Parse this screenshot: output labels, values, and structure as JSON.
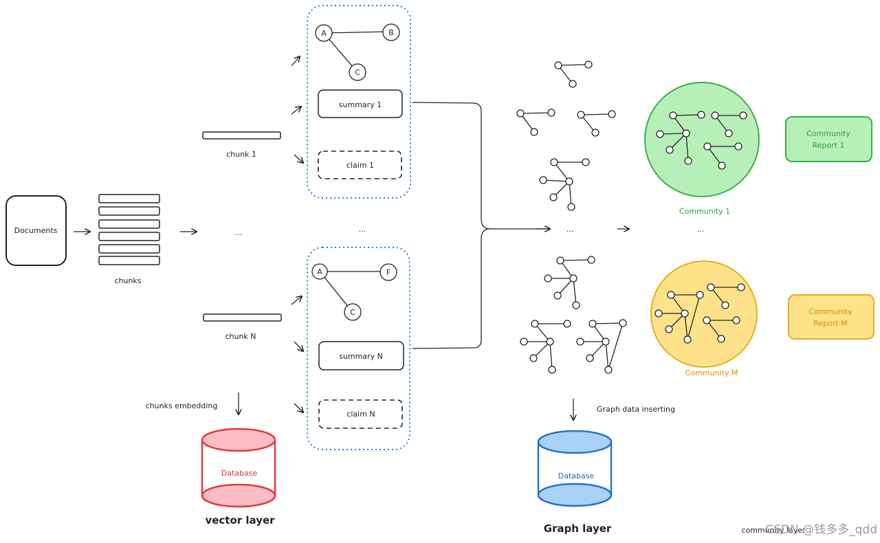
{
  "labels": {
    "documents": "Documents",
    "chunks": "chunks",
    "chunk_1": "chunk 1",
    "chunk_n": "chunk N",
    "ellipsis": "...",
    "summary_1": "summary 1",
    "summary_n": "summary N",
    "claim_1": "claim 1",
    "claim_n": "claim N",
    "node_a": "A",
    "node_b": "B",
    "node_c": "C",
    "node_f": "F",
    "chunks_embedding": "chunks embedding",
    "graph_data_inserting": "Graph data inserting",
    "vector_db": "Database",
    "graph_db": "Database",
    "vector_layer": "vector layer",
    "graph_layer": "Graph layer",
    "community_layer": "community layer",
    "community_1": "Community 1",
    "community_m": "Community M",
    "report_1_line1": "Community",
    "report_1_line2": "Report 1",
    "report_m_line1": "Community",
    "report_m_line2": "Report M",
    "watermark": "CSDN @钱多多_qdd"
  },
  "colors": {
    "blue_dotted": "#2b7bd6",
    "green_fill": "#b6f0b8",
    "green_stroke": "#3cae48",
    "green_text": "#2f9e3c",
    "yellow_fill": "#fde28a",
    "yellow_stroke": "#e5ad1e",
    "orange_text": "#e08a0c",
    "red_fill": "#fbbcc3",
    "red_stroke": "#e0393f",
    "red_text": "#d8343b",
    "blue_fill": "#a9d2f7",
    "blue_stroke": "#2673c9",
    "blue_text": "#2368c0"
  }
}
